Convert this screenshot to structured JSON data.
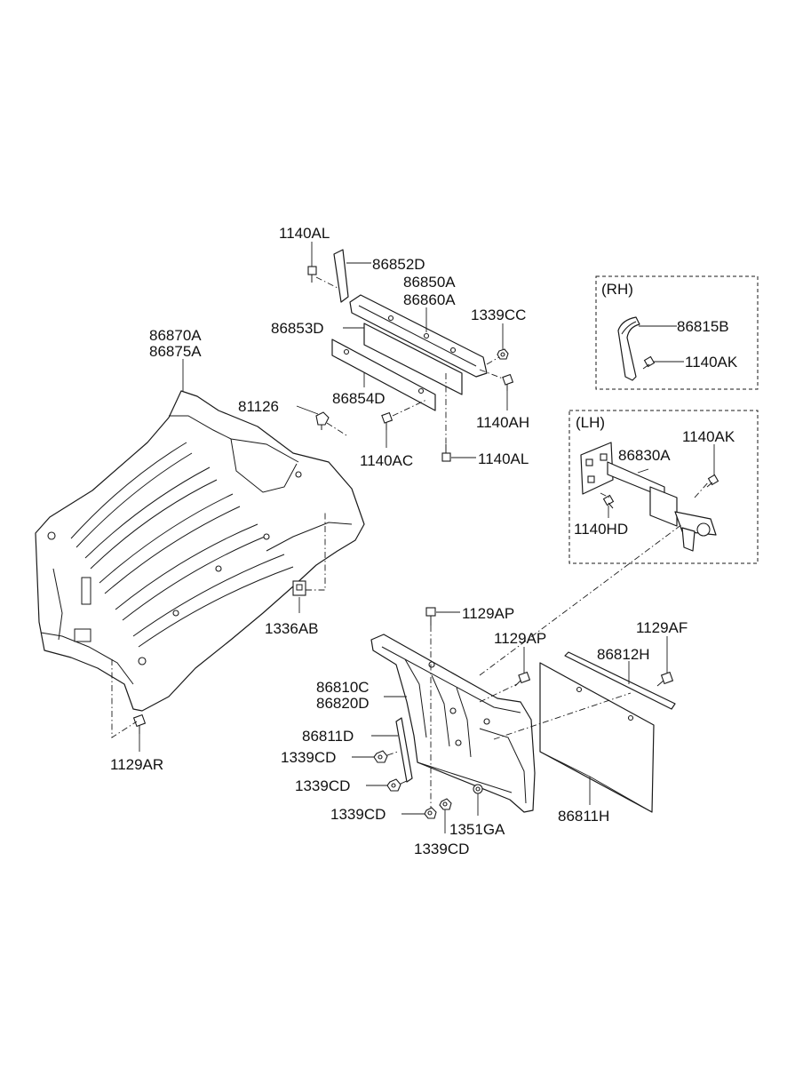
{
  "groups": {
    "rh": "(RH)",
    "lh": "(LH)"
  },
  "labels": {
    "l_1140AL_top": "1140AL",
    "l_86852D": "86852D",
    "l_86850A": "86850A",
    "l_86860A": "86860A",
    "l_1339CC": "1339CC",
    "l_86853D": "86853D",
    "l_86870A": "86870A",
    "l_86875A": "86875A",
    "l_81126": "81126",
    "l_86854D": "86854D",
    "l_1140AH": "1140AH",
    "l_1140AC": "1140AC",
    "l_1140AL_mid": "1140AL",
    "l_86815B": "86815B",
    "l_1140AK_rh": "1140AK",
    "l_1140AK_lh": "1140AK",
    "l_86830A": "86830A",
    "l_1140HD": "1140HD",
    "l_1336AB": "1336AB",
    "l_1129AP_a": "1129AP",
    "l_1129AP_b": "1129AP",
    "l_1129AF": "1129AF",
    "l_86812H": "86812H",
    "l_86810C": "86810C",
    "l_86820D": "86820D",
    "l_86811D": "86811D",
    "l_1339CD_a": "1339CD",
    "l_1339CD_b": "1339CD",
    "l_1339CD_c": "1339CD",
    "l_1339CD_d": "1339CD",
    "l_1351GA": "1351GA",
    "l_86811H": "86811H",
    "l_1129AR": "1129AR"
  }
}
